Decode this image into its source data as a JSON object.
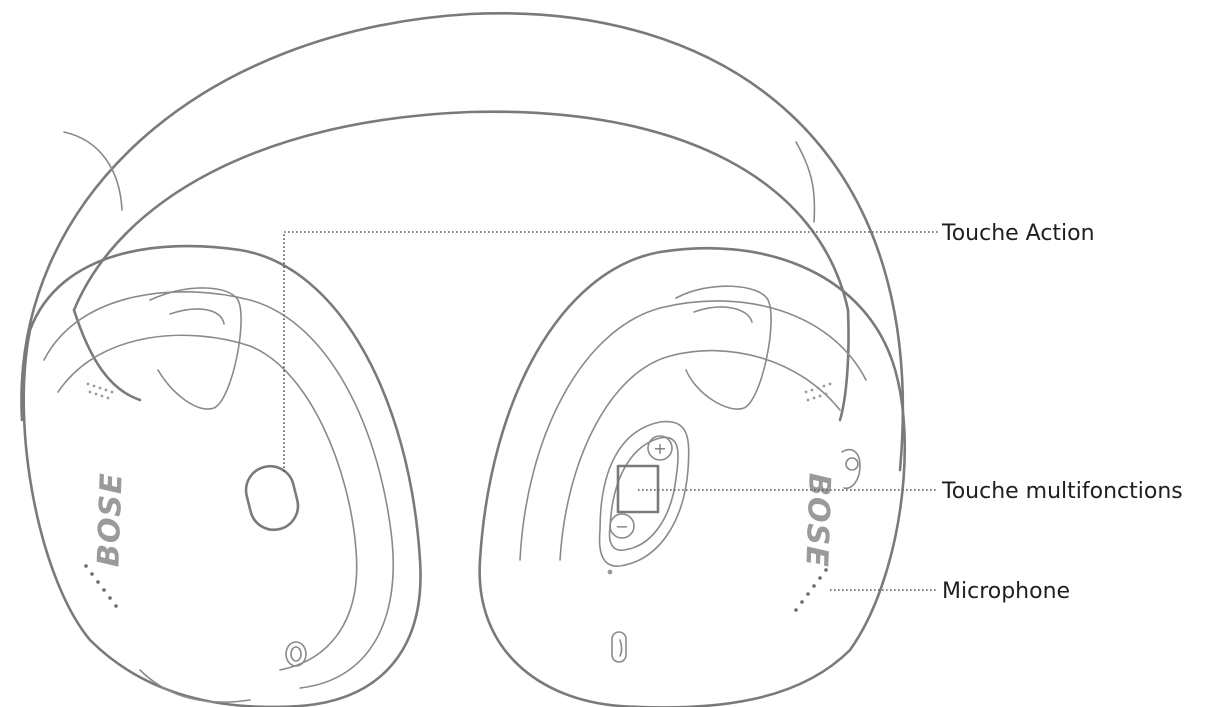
{
  "diagram": {
    "callouts": [
      {
        "id": "action",
        "label": "Touche Action"
      },
      {
        "id": "multi",
        "label": "Touche multifonctions"
      },
      {
        "id": "mic",
        "label": "Microphone"
      }
    ],
    "logo_left": "BOSE",
    "logo_right": "BOSE",
    "volume_up_glyph": "+",
    "volume_down_glyph": "−"
  }
}
